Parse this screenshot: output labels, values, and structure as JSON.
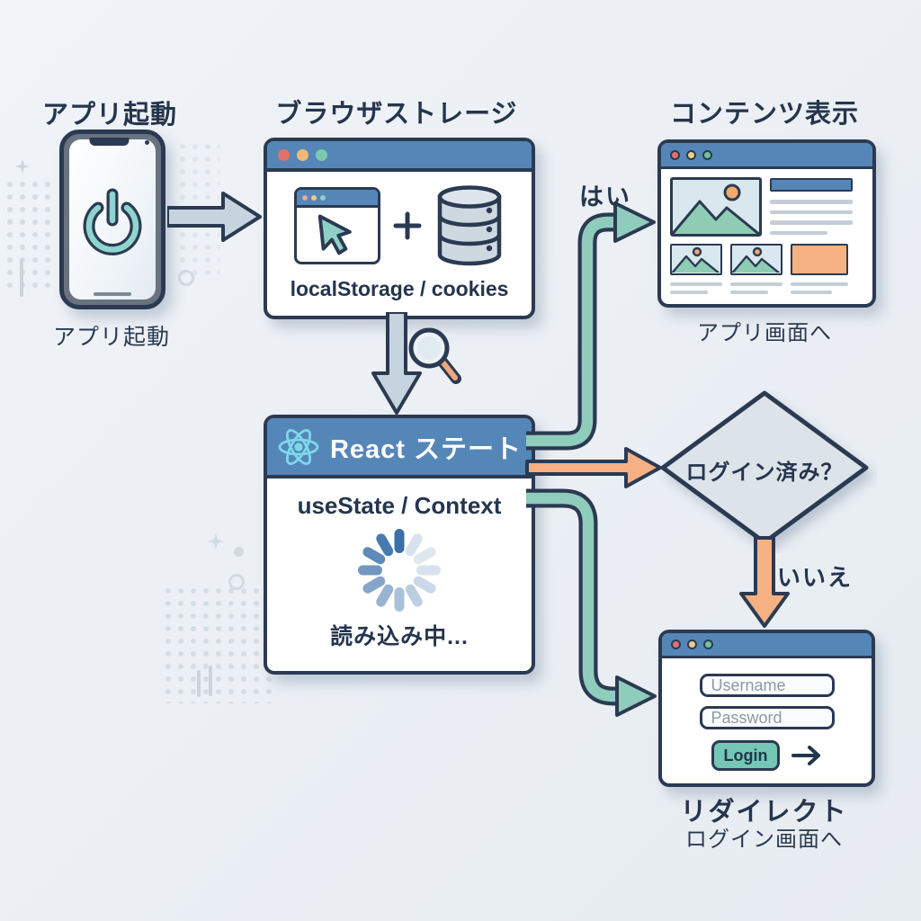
{
  "palette": {
    "outline_navy": "#2b3a52",
    "header_blue": "#5586b8",
    "arrow_teal": "#8fccbc",
    "arrow_orange": "#f5b183",
    "block_arrow_gray": "#c6d4e0",
    "accent_teal": "#8fd4cf",
    "react_cyan": "#7ed8ea",
    "placeholder_blue": "#d8e8ee",
    "background": "#edf1f5"
  },
  "nodes": {
    "app_launch": {
      "title": "アプリ起動",
      "caption": "アプリ起動"
    },
    "browser_storage": {
      "title": "ブラウザストレージ",
      "label": "localStorage / cookies"
    },
    "content_display": {
      "title": "コンテンツ表示",
      "caption": "アプリ画面へ"
    },
    "react_state": {
      "header": "React ステート",
      "subtitle": "useState / Context",
      "loading_text": "読み込み中..."
    },
    "decision": {
      "label": "ログイン済み？"
    },
    "redirect": {
      "title": "リダイレクト",
      "caption": "ログイン画面へ",
      "username_placeholder": "Username",
      "password_placeholder": "Password",
      "login_label": "Login"
    }
  },
  "edges": {
    "yes_label": "はい",
    "no_label": "いいえ"
  },
  "icons": [
    "power-icon",
    "cursor-icon",
    "database-icon",
    "plus-icon",
    "magnifier-icon",
    "react-logo-icon",
    "spinner-icon",
    "image-placeholder-icon",
    "arrow-right-icon"
  ]
}
